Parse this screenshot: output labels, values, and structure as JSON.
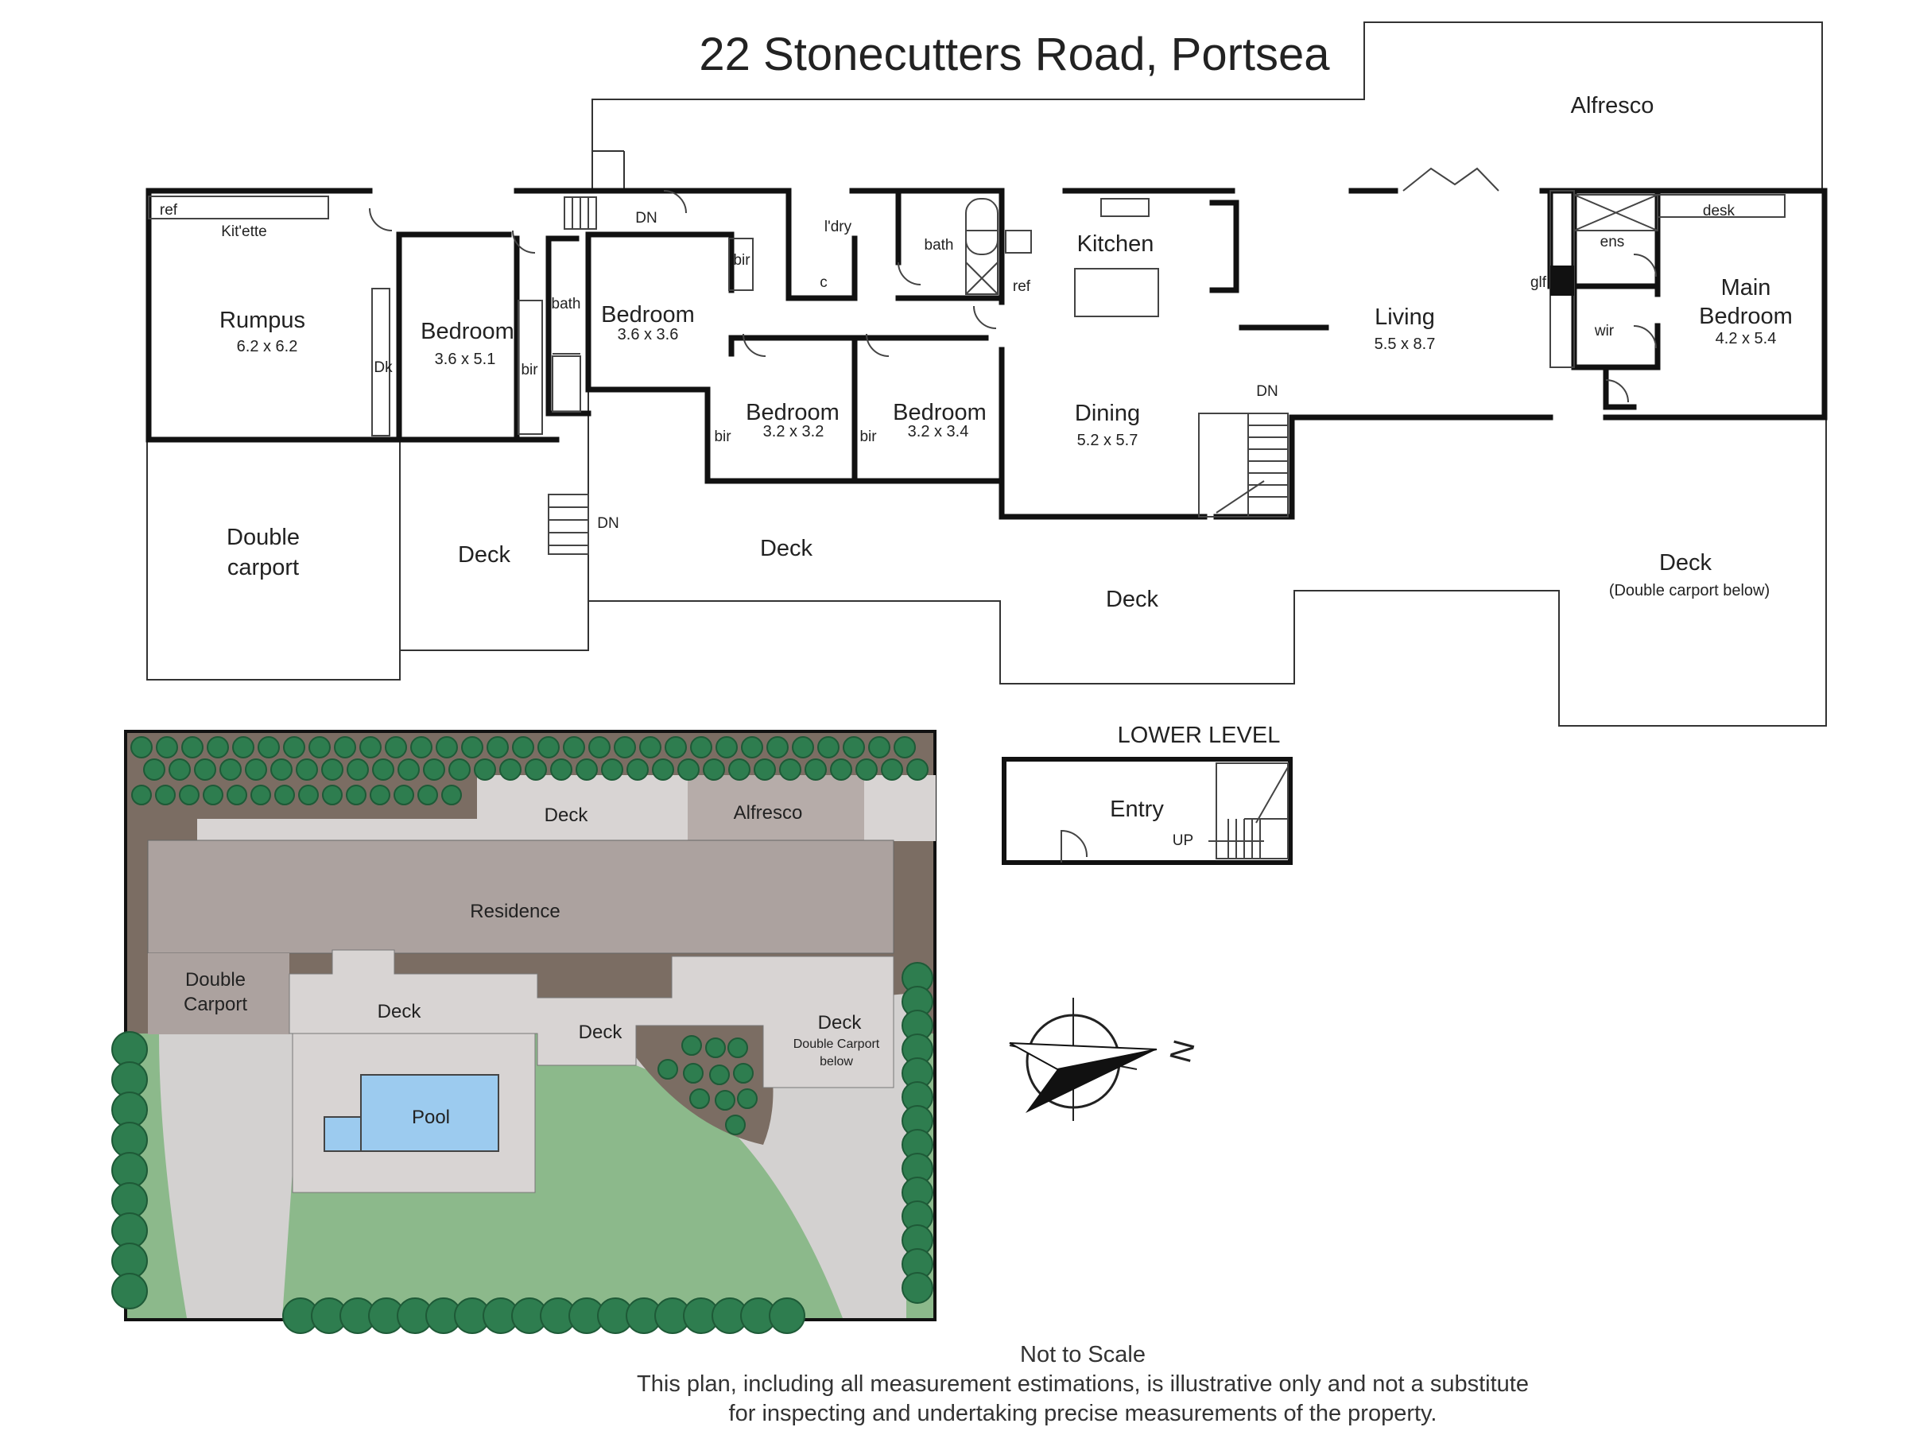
{
  "title": "22 Stonecutters Road, Portsea",
  "upper": {
    "alfresco": "Alfresco",
    "rumpus": {
      "name": "Rumpus",
      "dim": "6.2 x 6.2"
    },
    "kitette": "Kit'ette",
    "ref1": "ref",
    "dk": "Dk",
    "bed1": {
      "name": "Bedroom",
      "dim": "3.6 x 5.1"
    },
    "bir1": "bir",
    "bath1": "bath",
    "bed2": {
      "name": "Bedroom",
      "dim": "3.6 x 3.6"
    },
    "bir2": "bir",
    "ldry": "l'dry",
    "c": "c",
    "bath2": "bath",
    "bed3": {
      "name": "Bedroom",
      "dim": "3.2 x 3.2"
    },
    "bir3": "bir",
    "bed4": {
      "name": "Bedroom",
      "dim": "3.2 x 3.4"
    },
    "bir4": "bir",
    "kitchen": "Kitchen",
    "ref2": "ref",
    "dining": {
      "name": "Dining",
      "dim": "5.2 x 5.7"
    },
    "living": {
      "name": "Living",
      "dim": "5.5 x 8.7"
    },
    "glf": "glf",
    "ens": "ens",
    "wir": "wir",
    "desk": "desk",
    "main_bed": {
      "name1": "Main",
      "name2": "Bedroom",
      "dim": "4.2 x 5.4"
    },
    "dn1": "DN",
    "dn2": "DN",
    "dn3": "DN",
    "carport": {
      "l1": "Double",
      "l2": "carport"
    },
    "deck1": "Deck",
    "deck2": "Deck",
    "deck3": "Deck",
    "deck4": {
      "name": "Deck",
      "sub": "(Double carport below)"
    }
  },
  "lower": {
    "heading": "LOWER LEVEL",
    "entry": "Entry",
    "up": "UP"
  },
  "site": {
    "deck_top": "Deck",
    "alfresco": "Alfresco",
    "residence": "Residence",
    "carport_l1": "Double",
    "carport_l2": "Carport",
    "deck_left": "Deck",
    "deck_mid": "Deck",
    "deck_right_l1": "Deck",
    "deck_right_l2": "Double Carport",
    "deck_right_l3": "below",
    "pool": "Pool"
  },
  "compass": {
    "label": "N"
  },
  "footer": {
    "not_to_scale": "Not to Scale",
    "line1": "This plan, including all measurement estimations, is illustrative only and not a substitute",
    "line2": "for inspecting and undertaking precise measurements of the property."
  },
  "colors": {
    "wall": "#111111",
    "residence": "#aca29f",
    "deck": "#d8d4d3",
    "alfresco_site": "#b6aca9",
    "garden_bed": "#7b6d63",
    "lawn": "#8cb98b",
    "paving": "#d3d1d0",
    "pool": "#9ccbef",
    "tree": "#2e7d4f"
  }
}
